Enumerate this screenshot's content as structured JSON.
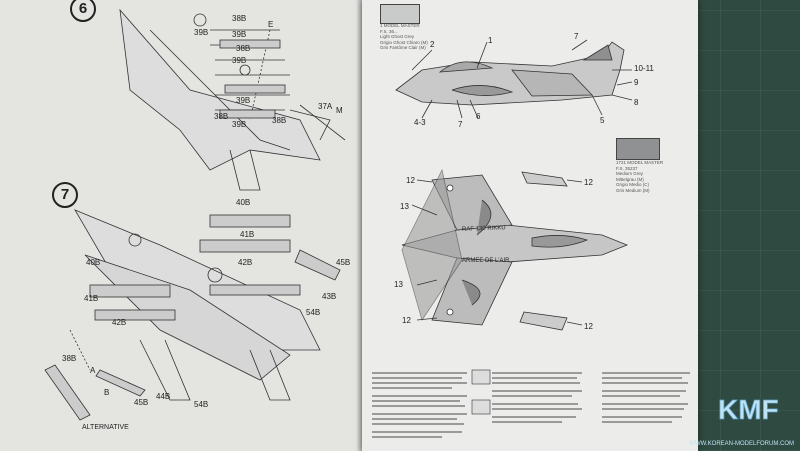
{
  "left_page": {
    "steps": [
      {
        "number": "6"
      },
      {
        "number": "7"
      }
    ],
    "step6_labels": [
      "39B",
      "38B",
      "39B",
      "E",
      "38B",
      "39B",
      "39B",
      "38B",
      "39B",
      "38B",
      "37A",
      "M"
    ],
    "step7_labels": [
      "40B",
      "41B",
      "42B",
      "45B",
      "43B",
      "54B",
      "40B",
      "41B",
      "42B",
      "38B",
      "A",
      "B",
      "45B",
      "44B",
      "54B"
    ],
    "alternative_label": "ALTERNATIVE"
  },
  "right_page": {
    "swatch1": {
      "lines": [
        "1 MODEL MASTER",
        "F.S. 36...",
        "Light Ghost Grey",
        "Grigio Ghost Chiaro (M)",
        "Gris Fantôme Clair (M)"
      ],
      "color": "#c9cbcb"
    },
    "swatch2": {
      "lines": [
        "1721 MODEL MASTER",
        "F.S. 35237",
        "Medium Grey",
        "Mittelgrau (M)",
        "Grigio Medio (C)",
        "Gris Medium (M)"
      ],
      "color": "#8f9193"
    },
    "side_view_labels": [
      "2",
      "1",
      "7",
      "10-11",
      "9",
      "8",
      "5",
      "4-3",
      "7",
      "6"
    ],
    "top_view_labels": [
      "12",
      "12",
      "13",
      "13",
      "12",
      "12"
    ],
    "wing_markings": [
      "RAF 130 RIKKU",
      "ARMEE DE L'AIR"
    ]
  },
  "watermark": {
    "logo_text": "KMF",
    "url": "WWW.KOREAN-MODELFORUM.COM"
  }
}
